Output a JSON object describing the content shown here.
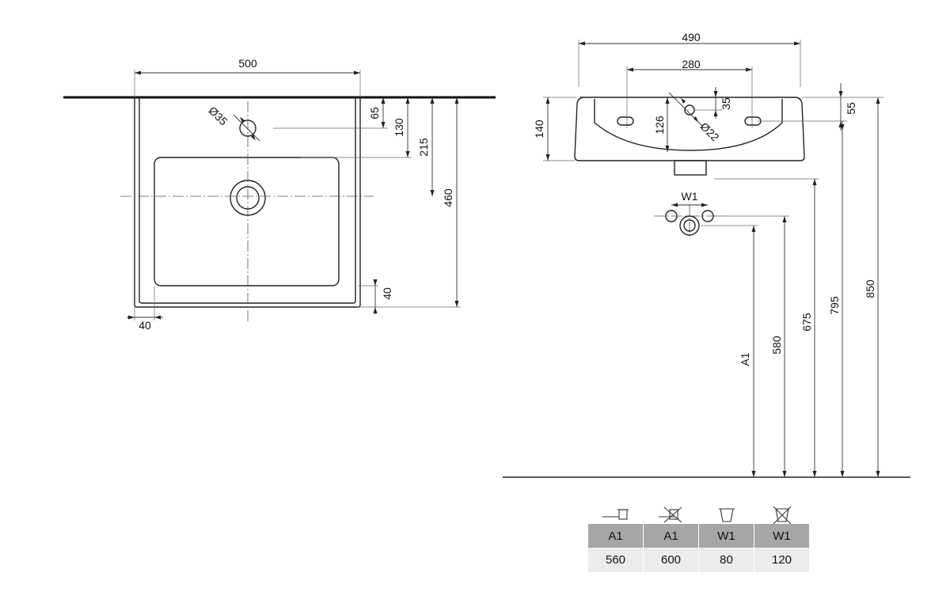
{
  "top_view": {
    "width_label": "500",
    "hole_diameter_label": "Ø35",
    "dim_65": "65",
    "dim_130": "130",
    "dim_215": "215",
    "dim_460": "460",
    "dim_40_bottom": "40",
    "dim_40_left": "40"
  },
  "side_view": {
    "width_label": "490",
    "tap_spacing_label": "280",
    "dim_35": "35",
    "dim_55": "55",
    "height_label": "140",
    "depth_label": "126",
    "overflow_diameter_label": "Ø22",
    "w1_label": "W1",
    "a1_label": "A1",
    "dim_580": "580",
    "dim_675": "675",
    "dim_795": "795",
    "dim_850": "850"
  },
  "legend": {
    "icons": [
      "trap-icon",
      "no-trap-icon",
      "bin-icon",
      "no-bin-icon"
    ],
    "headers": [
      "A1",
      "A1",
      "W1",
      "W1"
    ],
    "values": [
      "560",
      "600",
      "80",
      "120"
    ]
  }
}
